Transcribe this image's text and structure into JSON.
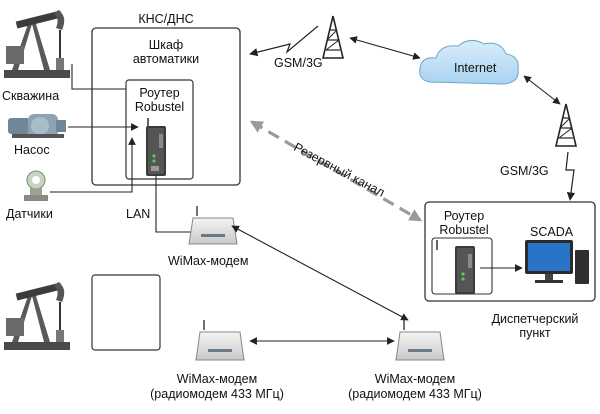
{
  "station": {
    "title": "КНС/ДНС",
    "cabinet_line1": "Шкаф",
    "cabinet_line2": "автоматики",
    "router_line1": "Роутер",
    "router_line2": "Robustel"
  },
  "devices": {
    "well": "Скважина",
    "pump": "Насос",
    "sensors": "Датчики"
  },
  "links": {
    "lan": "LAN",
    "gsm_left": "GSM/3G",
    "gsm_right": "GSM/3G",
    "backup": "Резервный канал"
  },
  "internet": "Internet",
  "dispatch": {
    "router_line1": "Роутер",
    "router_line2": "Robustel",
    "scada": "SCADA",
    "label_line1": "Диспетчерский",
    "label_line2": "пункт"
  },
  "modems": {
    "wimax_top": "WiMax-модем",
    "wimax_bottom_left_line1": "WiMax-модем",
    "wimax_bottom_left_line2": "(радиомодем 433 МГц)",
    "wimax_bottom_right_line1": "WiMax-модем",
    "wimax_bottom_right_line2": "(радиомодем 433 МГц)"
  },
  "colors": {
    "line": "#222222",
    "dashed_arrow": "#9a9a9a",
    "cloud": "#bfe0f5",
    "screen": "#2a74c8"
  }
}
